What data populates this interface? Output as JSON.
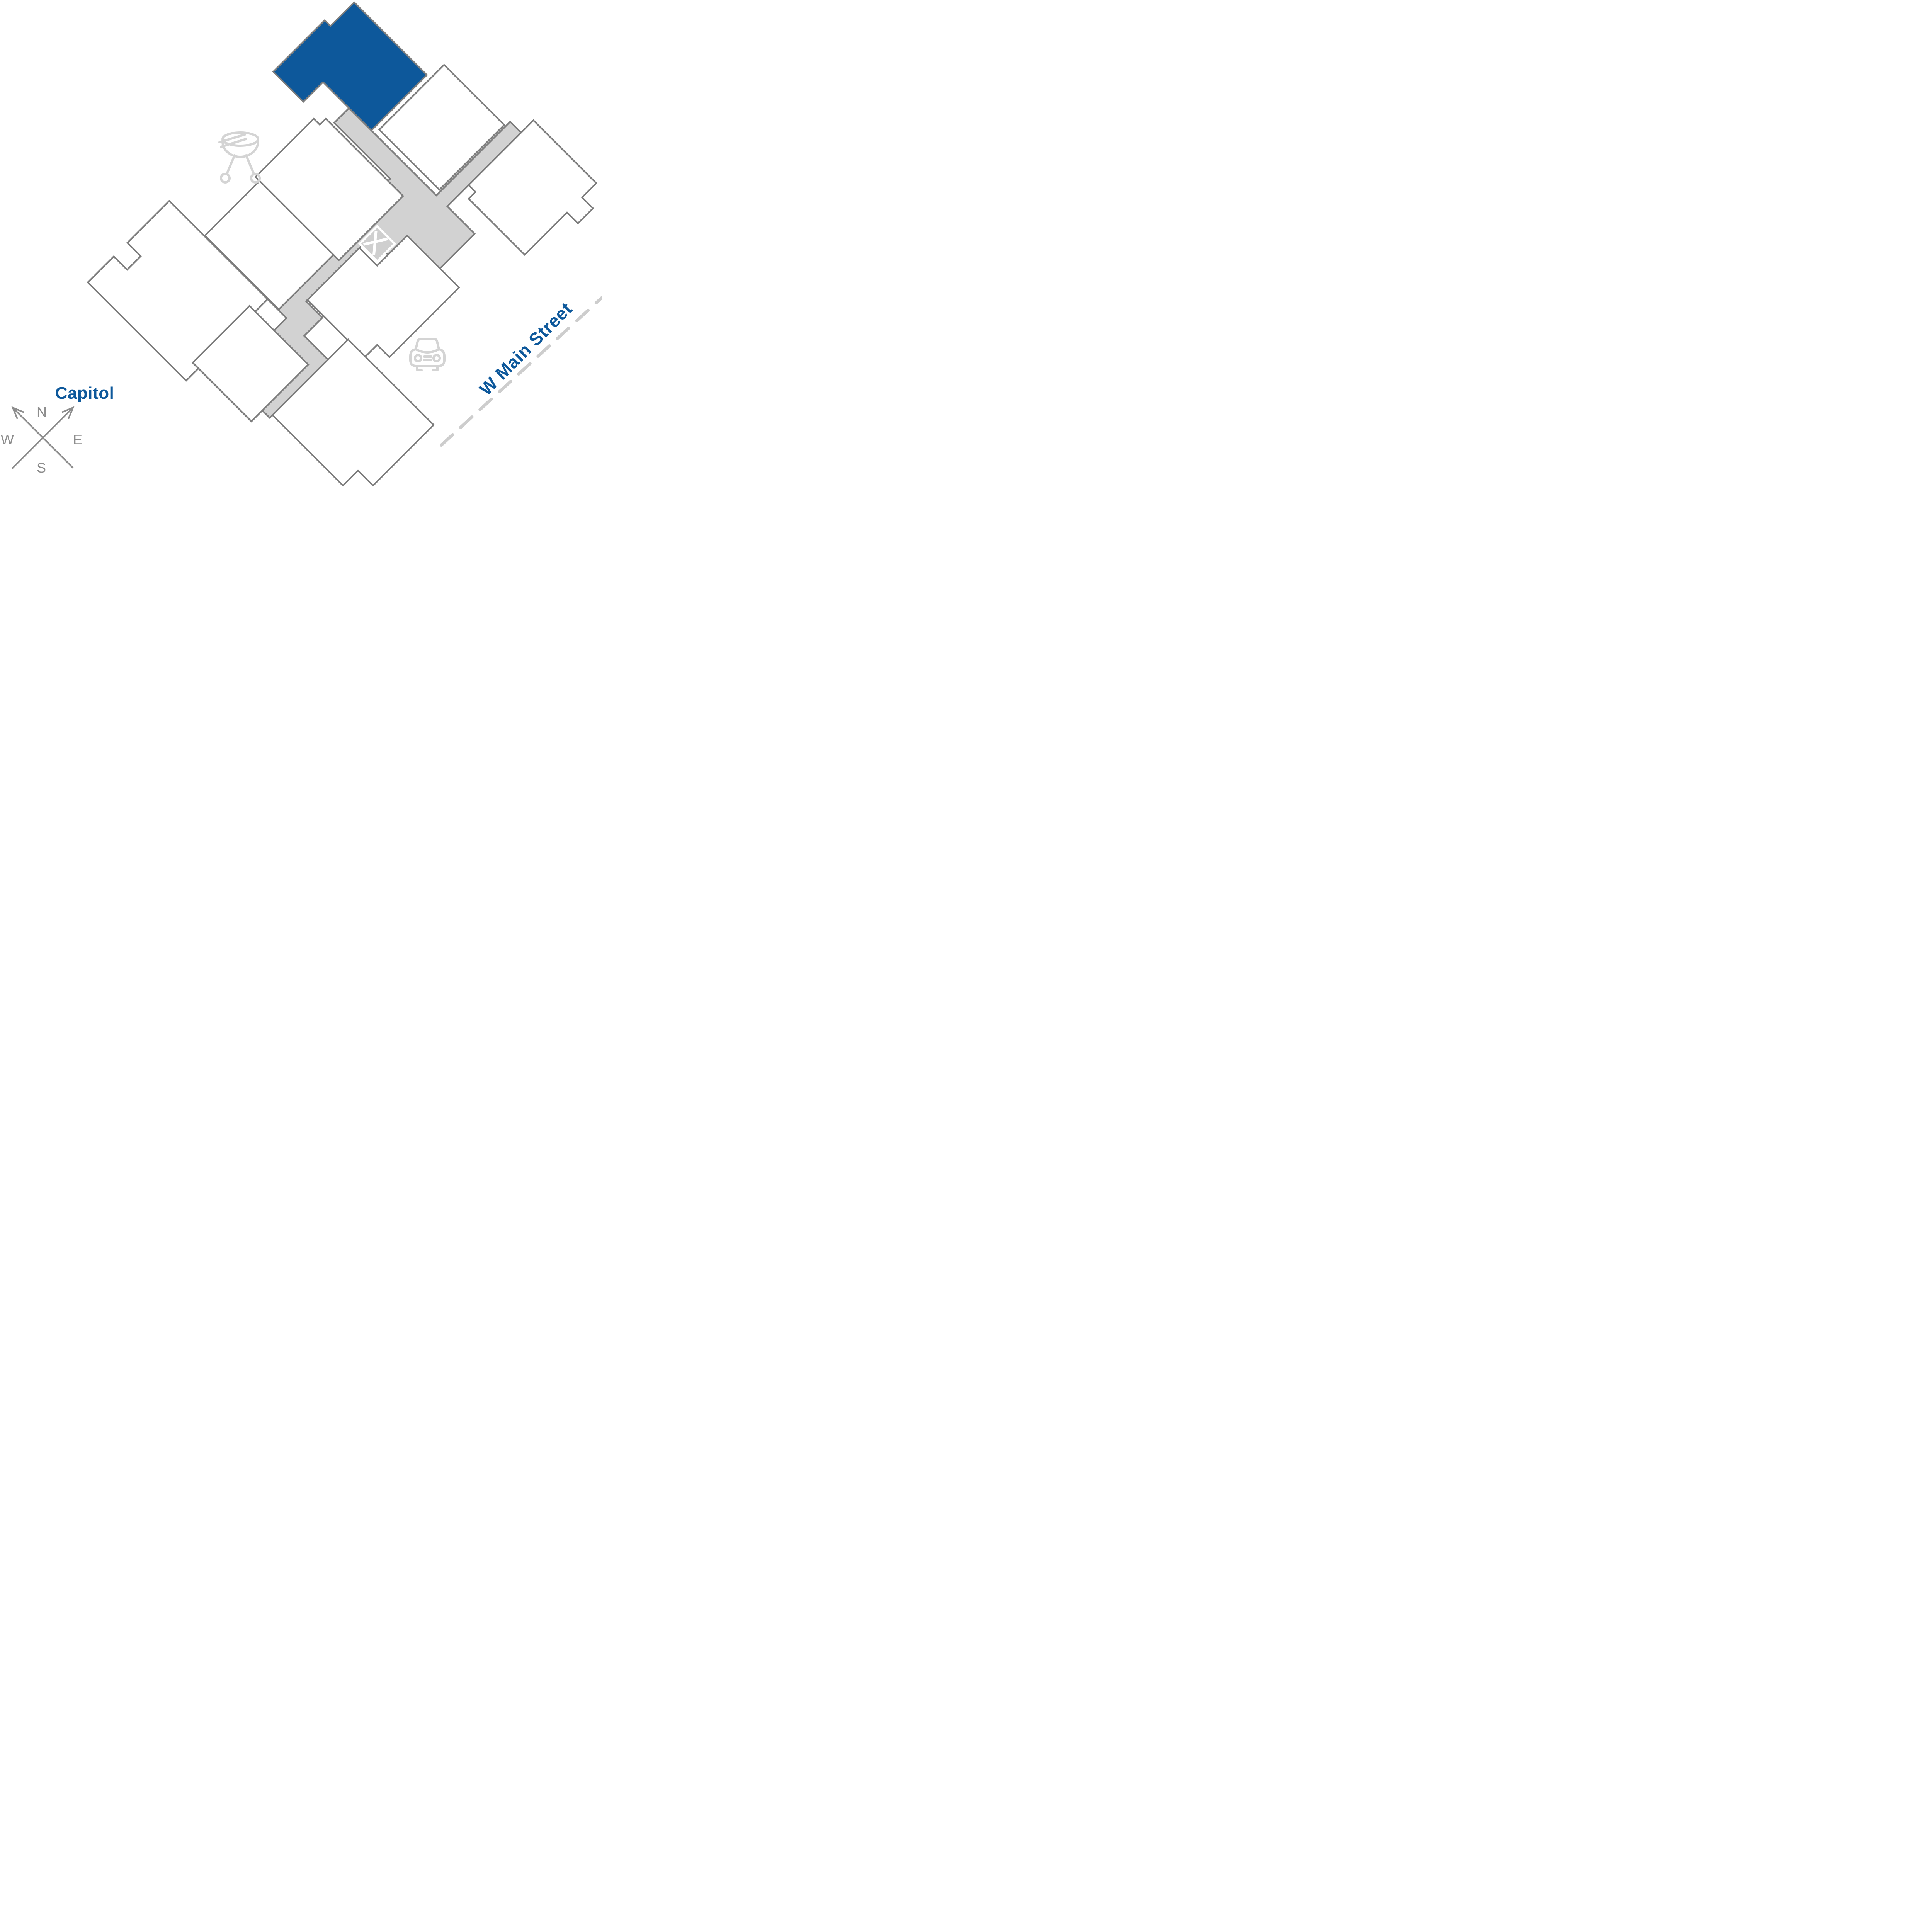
{
  "map": {
    "type": "community-site-plan",
    "labels": {
      "landmark": "Capitol",
      "street": "W Main Street"
    },
    "compass": {
      "north": "N",
      "east": "E",
      "south": "S",
      "west": "W"
    },
    "buildings": {
      "total_count": 9,
      "highlighted_count": 1,
      "highlighted_color": "#0d589b",
      "outline_color": "#7d7d7d",
      "fill_color": "#ffffff"
    },
    "pathways": {
      "fill_color": "#d2d2d2",
      "crossing_marker": "X"
    },
    "icons": [
      "bbq-grill-icon",
      "car-icon",
      "x-crossing-marker"
    ],
    "street_line": {
      "style": "dashed",
      "color": "#cdcdcd"
    }
  }
}
